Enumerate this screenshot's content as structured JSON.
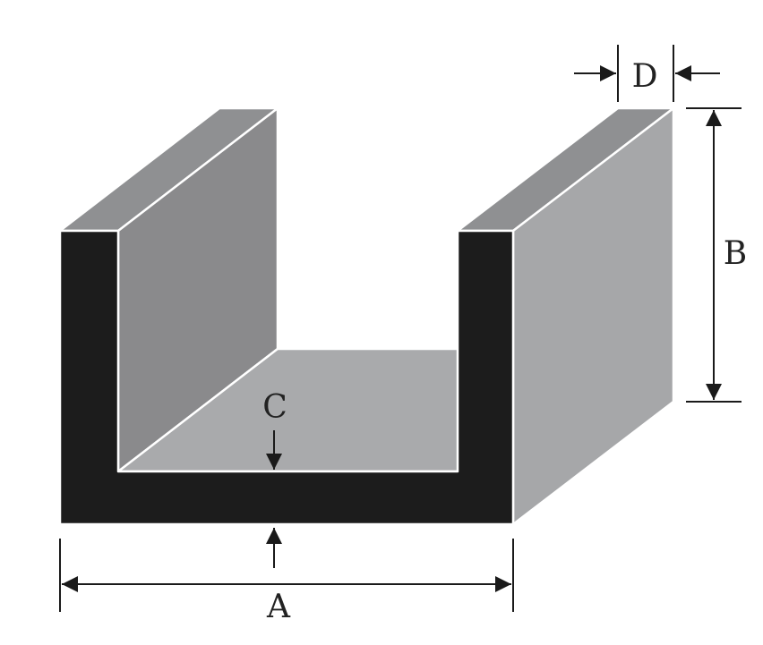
{
  "diagram": {
    "labels": {
      "a": "A",
      "b": "B",
      "c": "C",
      "d": "D"
    },
    "colors": {
      "cross_section": "#1c1c1c",
      "inner_wall": "#8a8a8c",
      "top_faces": "#8f9092",
      "right_face": "#a6a7a9",
      "floor": "#a9aaac",
      "dimension_lines": "#1a1a1a",
      "edges": "#ffffff"
    }
  }
}
